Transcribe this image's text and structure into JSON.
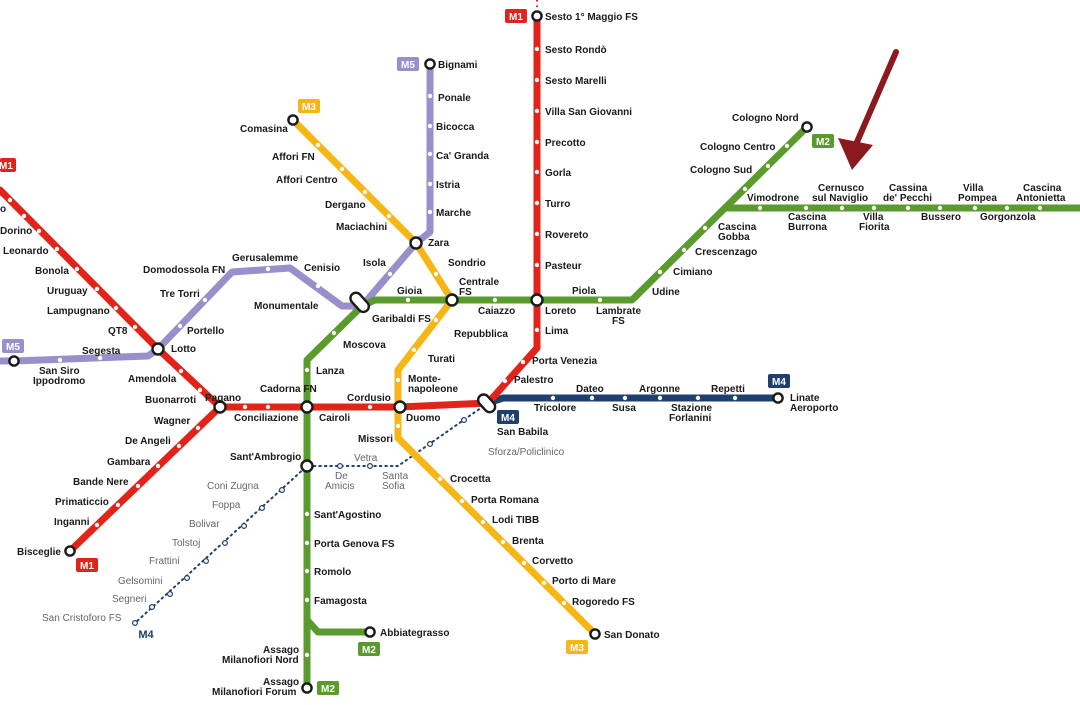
{
  "colors": {
    "m1": "#e2231a",
    "m2": "#5b9b2e",
    "m3": "#f5b616",
    "m4": "#1f3f6e",
    "m5": "#9a8fca",
    "arrow": "#8b1a1f",
    "future": "#1f3f6e"
  },
  "lines": {
    "m1": {
      "badge": "M1"
    },
    "m2": {
      "badge": "M2"
    },
    "m3": {
      "badge": "M3"
    },
    "m4": {
      "badge": "M4"
    },
    "m5": {
      "badge": "M5"
    }
  },
  "stations": [
    {
      "name": "Sesto 1° Maggio FS"
    },
    {
      "name": "Sesto Rondò"
    },
    {
      "name": "Sesto Marelli"
    },
    {
      "name": "Villa San Giovanni"
    },
    {
      "name": "Precotto"
    },
    {
      "name": "Gorla"
    },
    {
      "name": "Turro"
    },
    {
      "name": "Rovereto"
    },
    {
      "name": "Pasteur"
    },
    {
      "name": "Loreto"
    },
    {
      "name": "Lima"
    },
    {
      "name": "Porta Venezia"
    },
    {
      "name": "Palestro"
    },
    {
      "name": "San Babila"
    },
    {
      "name": "Duomo"
    },
    {
      "name": "Cordusio"
    },
    {
      "name": "Cairoli"
    },
    {
      "name": "Cadorna FN"
    },
    {
      "name": "Conciliazione"
    },
    {
      "name": "Pagano"
    },
    {
      "name": "Buonarroti"
    },
    {
      "name": "Amendola"
    },
    {
      "name": "Lotto"
    },
    {
      "name": "QT8"
    },
    {
      "name": "Lampugnano"
    },
    {
      "name": "Uruguay"
    },
    {
      "name": "Bonola"
    },
    {
      "name": "Leonardo"
    },
    {
      "name": "Dorino"
    },
    {
      "name": "o"
    },
    {
      "name": "Wagner"
    },
    {
      "name": "De Angeli"
    },
    {
      "name": "Gambara"
    },
    {
      "name": "Bande Nere"
    },
    {
      "name": "Primaticcio"
    },
    {
      "name": "Inganni"
    },
    {
      "name": "Bisceglie"
    },
    {
      "name": "Cologno Nord"
    },
    {
      "name": "Cologno Centro"
    },
    {
      "name": "Cologno Sud"
    },
    {
      "name": "Vimodrone"
    },
    {
      "name": "Cernusco"
    },
    {
      "name": "sul Naviglio"
    },
    {
      "name": "Cassina"
    },
    {
      "name": "de' Pecchi"
    },
    {
      "name": "Villa"
    },
    {
      "name": "Pompea"
    },
    {
      "name": "Cascina"
    },
    {
      "name": "Antonietta"
    },
    {
      "name": "Cascina"
    },
    {
      "name": "Burrona"
    },
    {
      "name": "Villa"
    },
    {
      "name": "Fiorita"
    },
    {
      "name": "Bussero"
    },
    {
      "name": "Gorgonzola"
    },
    {
      "name": "Cascina"
    },
    {
      "name": "Gobba"
    },
    {
      "name": "Crescenzago"
    },
    {
      "name": "Cimiano"
    },
    {
      "name": "Udine"
    },
    {
      "name": "Lambrate"
    },
    {
      "name": "FS"
    },
    {
      "name": "Piola"
    },
    {
      "name": "Caiazzo"
    },
    {
      "name": "Centrale"
    },
    {
      "name": "FS"
    },
    {
      "name": "Gioia"
    },
    {
      "name": "Garibaldi FS"
    },
    {
      "name": "Moscova"
    },
    {
      "name": "Lanza"
    },
    {
      "name": "Sant'Ambrogio"
    },
    {
      "name": "Sant'Agostino"
    },
    {
      "name": "Porta Genova FS"
    },
    {
      "name": "Romolo"
    },
    {
      "name": "Famagosta"
    },
    {
      "name": "Abbiategrasso"
    },
    {
      "name": "Assago"
    },
    {
      "name": "Milanofiori Nord"
    },
    {
      "name": "Assago"
    },
    {
      "name": "Milanofiori Forum"
    },
    {
      "name": "Comasina"
    },
    {
      "name": "Affori FN"
    },
    {
      "name": "Affori Centro"
    },
    {
      "name": "Dergano"
    },
    {
      "name": "Maciachini"
    },
    {
      "name": "Zara"
    },
    {
      "name": "Sondrio"
    },
    {
      "name": "Repubblica"
    },
    {
      "name": "Turati"
    },
    {
      "name": "Monte-"
    },
    {
      "name": "napoleone"
    },
    {
      "name": "Missori"
    },
    {
      "name": "Crocetta"
    },
    {
      "name": "Porta Romana"
    },
    {
      "name": "Lodi TIBB"
    },
    {
      "name": "Brenta"
    },
    {
      "name": "Corvetto"
    },
    {
      "name": "Porto di Mare"
    },
    {
      "name": "Rogoredo FS"
    },
    {
      "name": "San Donato"
    },
    {
      "name": "Bignami"
    },
    {
      "name": "Ponale"
    },
    {
      "name": "Bicocca"
    },
    {
      "name": "Ca' Granda"
    },
    {
      "name": "Istria"
    },
    {
      "name": "Marche"
    },
    {
      "name": "Isola"
    },
    {
      "name": "Monumentale"
    },
    {
      "name": "Cenisio"
    },
    {
      "name": "Gerusalemme"
    },
    {
      "name": "Domodossola FN"
    },
    {
      "name": "Tre Torri"
    },
    {
      "name": "Portello"
    },
    {
      "name": "Segesta"
    },
    {
      "name": "San Siro"
    },
    {
      "name": "Ippodromo"
    },
    {
      "name": "Linate"
    },
    {
      "name": "Aeroporto"
    },
    {
      "name": "Repetti"
    },
    {
      "name": "Argonne"
    },
    {
      "name": "Dateo"
    },
    {
      "name": "Tricolore"
    },
    {
      "name": "Susa"
    },
    {
      "name": "Stazione"
    },
    {
      "name": "Forlanini"
    }
  ],
  "future_stations": [
    {
      "name": "Sforza/Policlinico"
    },
    {
      "name": "Vetra"
    },
    {
      "name": "De"
    },
    {
      "name": "Amicis"
    },
    {
      "name": "Santa"
    },
    {
      "name": "Sofia"
    },
    {
      "name": "Coni Zugna"
    },
    {
      "name": "Foppa"
    },
    {
      "name": "Bolivar"
    },
    {
      "name": "Tolstoj"
    },
    {
      "name": "Frattini"
    },
    {
      "name": "Gelsomini"
    },
    {
      "name": "Segneri"
    },
    {
      "name": "San Cristoforo FS"
    }
  ]
}
